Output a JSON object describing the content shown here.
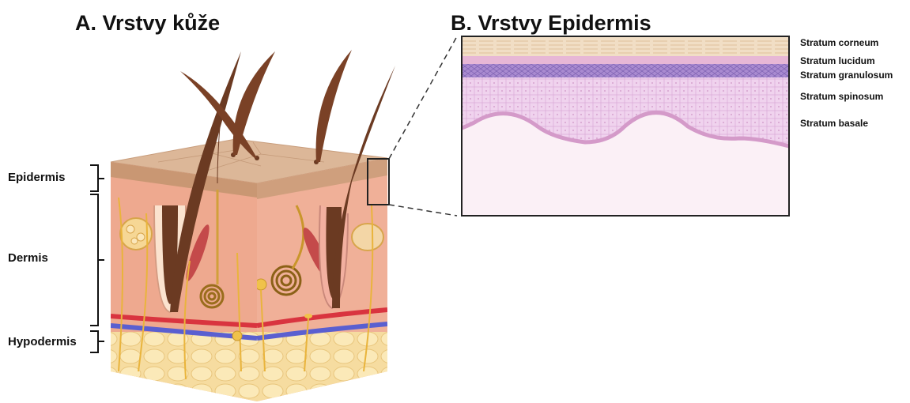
{
  "panel_a": {
    "title": "A. Vrstvy kůže",
    "layers": [
      "Epidermis",
      "Dermis",
      "Hypodermis"
    ]
  },
  "panel_b": {
    "title": "B. Vrstvy Epidermis",
    "strata": [
      "Stratum corneum",
      "Stratum lucidum",
      "Stratum granulosum",
      "Stratum spinosum",
      "Stratum basale"
    ]
  },
  "colors": {
    "skin_surface": "#dcb798",
    "dermis": "#eea98f",
    "hypodermis_fat": "#f7e0a6",
    "hair": "#6b3a22",
    "nerve": "#e9b43c",
    "artery": "#d9343f",
    "vein": "#5a5fd0",
    "spinosum": "#f0d3ee",
    "granulosum": "#a98ad0",
    "basale_region": "#fbf0f6"
  }
}
